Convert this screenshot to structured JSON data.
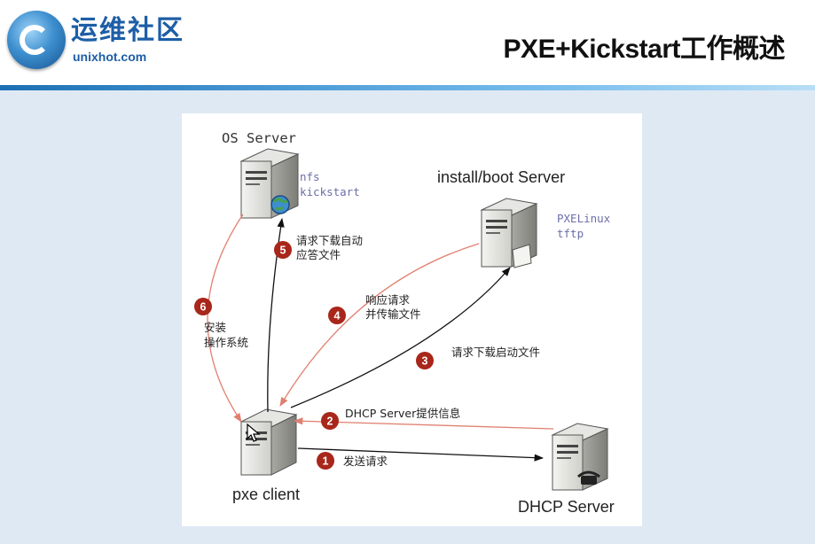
{
  "header": {
    "logo_cn": "运维社区",
    "logo_en": "unixhot.com",
    "title": "PXE+Kickstart工作概述"
  },
  "diagram": {
    "nodes": {
      "os_server": {
        "name": "OS Server",
        "services": [
          "nfs",
          "kickstart"
        ]
      },
      "boot_server": {
        "name": "install/boot Server",
        "services": [
          "PXELinux",
          "tftp"
        ]
      },
      "client": {
        "name": "pxe client"
      },
      "dhcp_server": {
        "name": "DHCP Server"
      }
    },
    "steps": [
      {
        "num": "1",
        "lines": [
          "发送请求"
        ]
      },
      {
        "num": "2",
        "lines": [
          "DHCP Server提供信息"
        ]
      },
      {
        "num": "3",
        "lines": [
          "请求下载启动文件"
        ]
      },
      {
        "num": "4",
        "lines": [
          "响应请求",
          "并传输文件"
        ]
      },
      {
        "num": "5",
        "lines": [
          "请求下载自动",
          "应答文件"
        ]
      },
      {
        "num": "6",
        "lines": [
          "安装",
          "操作系统"
        ]
      }
    ]
  },
  "colors": {
    "badge": "#a8261a",
    "red_arrow": "#e08070",
    "black_arrow": "#111111",
    "service_text": "#6b6fa8"
  }
}
